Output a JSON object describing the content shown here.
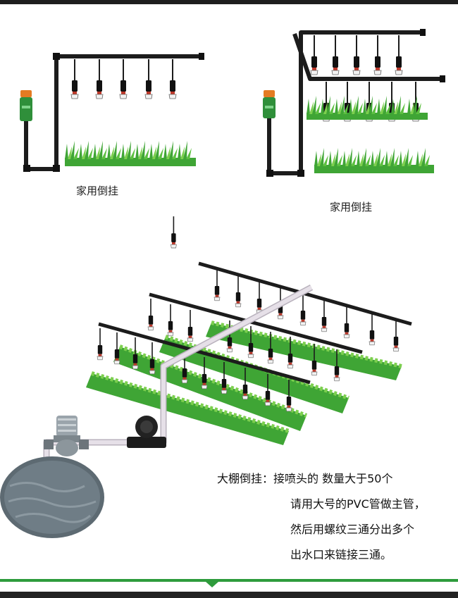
{
  "captions": {
    "left_top": "家用倒挂",
    "right_top": "家用倒挂"
  },
  "note": {
    "line1": "大棚倒挂：接喷头的  数量大于50个",
    "line2": "请用大号的PVC管做主管，",
    "line3": "然后用螺纹三通分出多个",
    "line4": "出水口来链接三通。"
  },
  "colors": {
    "pipe": "#1c1c1c",
    "grass": "#3fa535",
    "grass_light": "#7ccf4e",
    "pvc": "#e6e0e8",
    "faucet_green": "#2f8f3a",
    "faucet_orange": "#e47b22",
    "nozzle_red": "#c0392b",
    "footer_green": "#2e9b3c"
  },
  "icons": [
    "faucet-icon",
    "sprinkler-nozzle-icon",
    "water-pump-icon",
    "y-filter-icon",
    "grass-strip-icon",
    "water-pool-icon"
  ]
}
